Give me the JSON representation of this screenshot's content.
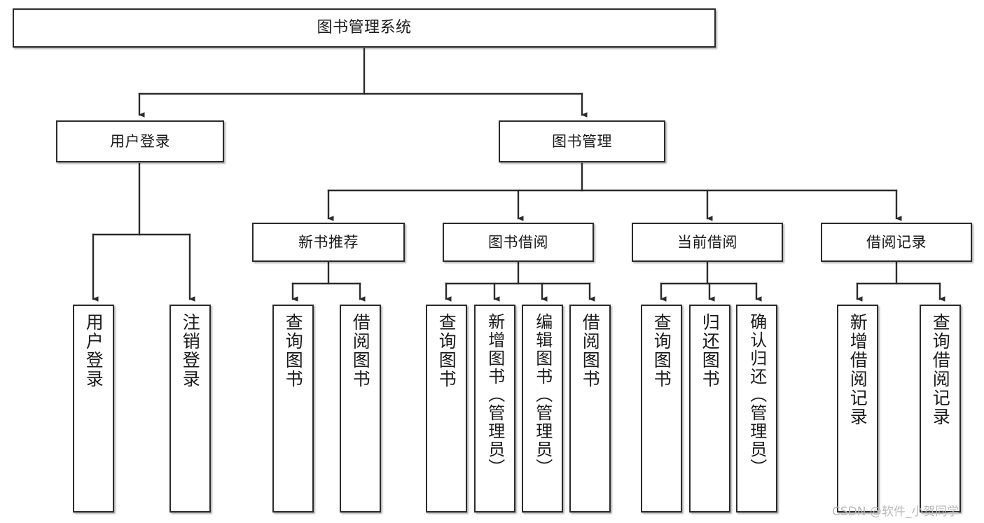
{
  "diagram": {
    "type": "tree-hierarchy",
    "title": "图书管理系统",
    "orientation": "top-down",
    "colors": {
      "border": "#2b2b2b",
      "fill": "#ffffff",
      "text": "#1a1a1a",
      "edge": "#2b2b2b",
      "watermark": "#b9b9b9"
    }
  },
  "root": {
    "label": "图书管理系统"
  },
  "level1": [
    {
      "label": "用户登录"
    },
    {
      "label": "图书管理"
    }
  ],
  "level2": [
    {
      "label": "新书推荐"
    },
    {
      "label": "图书借阅"
    },
    {
      "label": "当前借阅"
    },
    {
      "label": "借阅记录"
    }
  ],
  "leaves": {
    "user_login": [
      {
        "label": "用户登录"
      },
      {
        "label": "注销登录"
      }
    ],
    "new_book_recommend": [
      {
        "label": "查询图书"
      },
      {
        "label": "借阅图书"
      }
    ],
    "book_borrow": [
      {
        "label": "查询图书"
      },
      {
        "label": "新增图书（管理员）"
      },
      {
        "label": "编辑图书（管理员）"
      },
      {
        "label": "借阅图书"
      }
    ],
    "current_borrow": [
      {
        "label": "查询图书"
      },
      {
        "label": "归还图书"
      },
      {
        "label": "确认归还（管理员）"
      }
    ],
    "borrow_record": [
      {
        "label": "新增借阅记录"
      },
      {
        "label": "查询借阅记录"
      }
    ]
  },
  "watermark": {
    "text": "CSDN @软件_小贺同学"
  }
}
